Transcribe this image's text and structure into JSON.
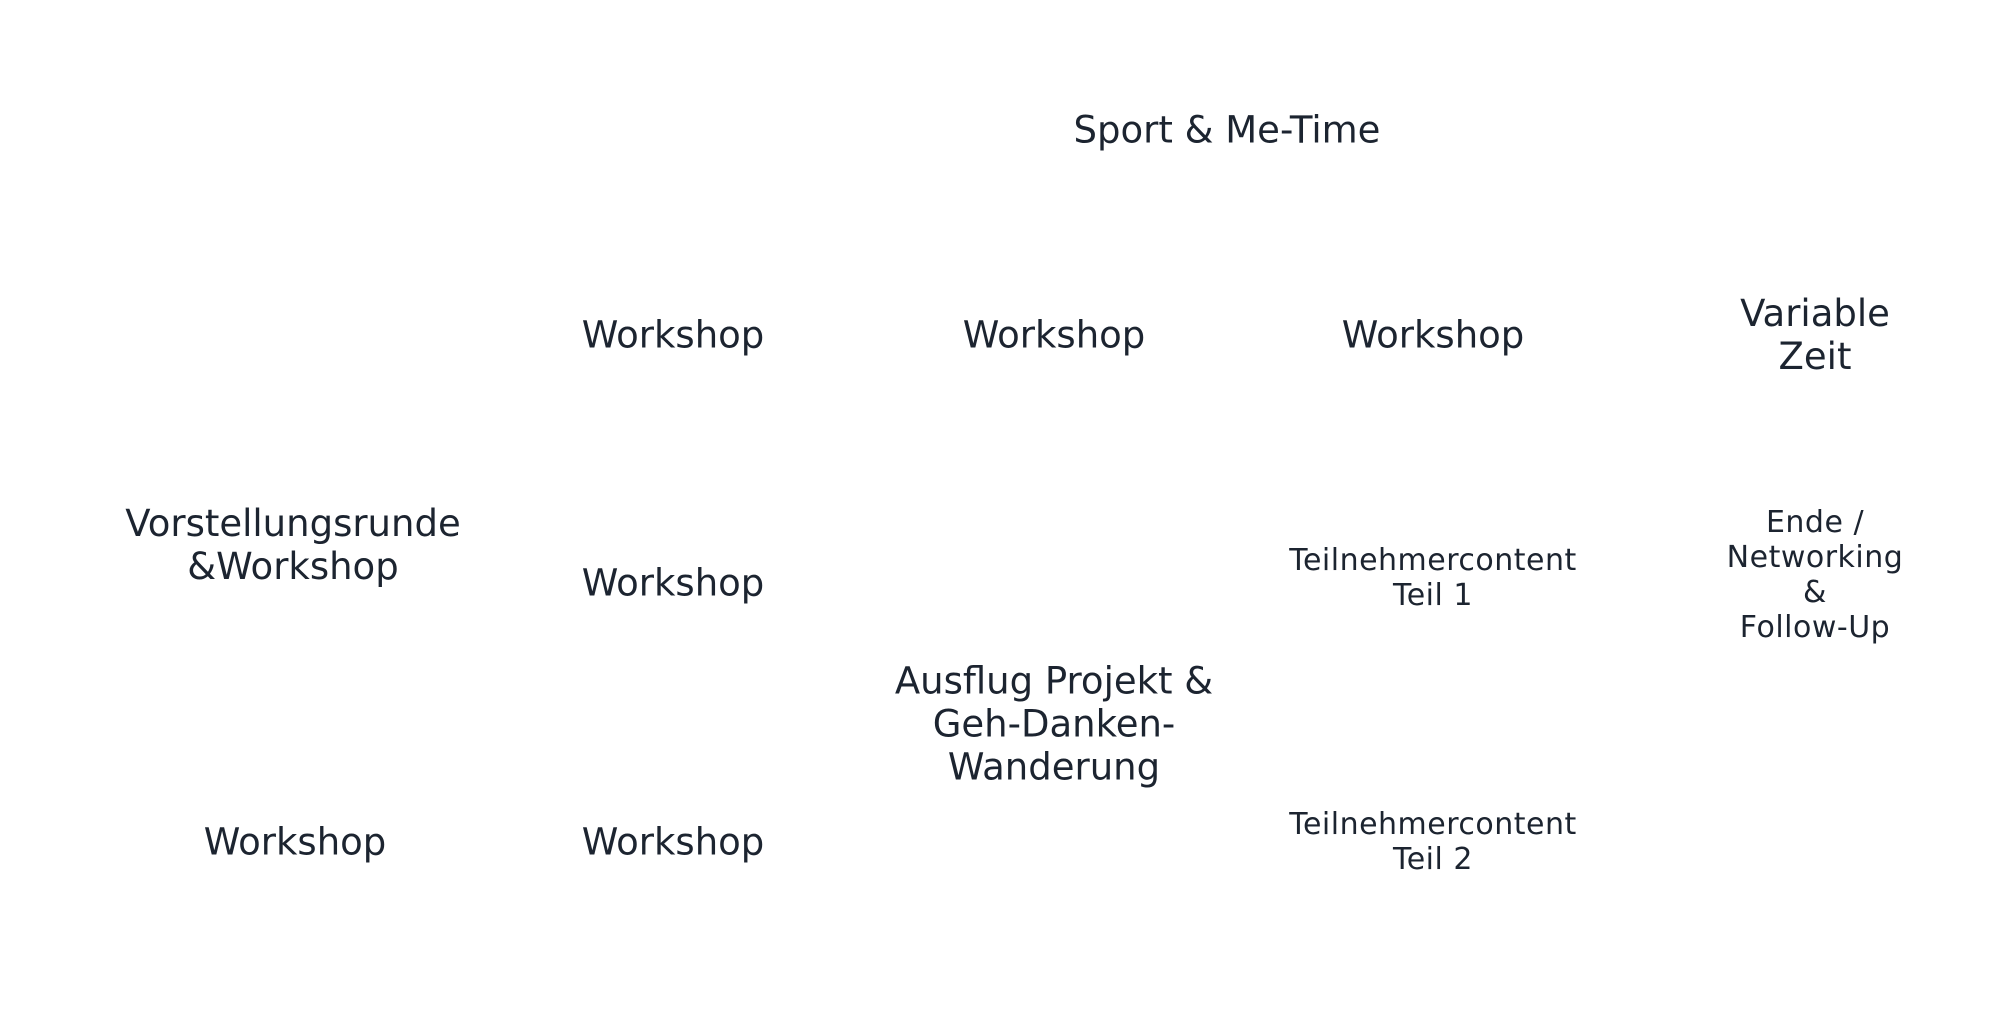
{
  "header": {
    "title": "Sport & Me-Time"
  },
  "row1": {
    "col2": "Workshop",
    "col3": "Workshop",
    "col4": "Workshop",
    "col5": "Variable Zeit"
  },
  "row2": {
    "col1": "Vorstellungsrunde\n&Workshop",
    "col2": "Workshop",
    "col4": "Teilnehmercontent\nTeil 1",
    "col5": "Ende / Networking &\nFollow-Up"
  },
  "row2b": {
    "col3": "Ausflug Projekt &\nGeh-Danken-\nWanderung"
  },
  "row3": {
    "col1": "Workshop",
    "col2": "Workshop",
    "col4": "Teilnehmercontent\nTeil 2"
  }
}
